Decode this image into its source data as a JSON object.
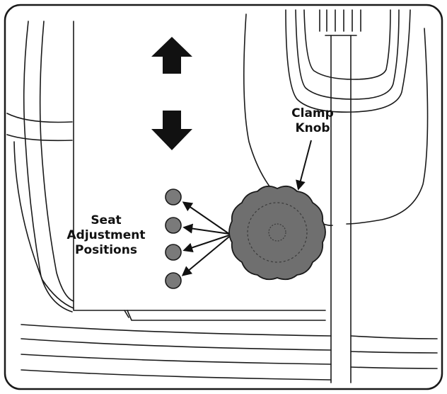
{
  "labels": {
    "seat_line1": "Seat",
    "seat_line2": "Adjustment",
    "seat_line3": "Positions",
    "clamp_line1": "Clamp",
    "clamp_line2": "Knob"
  },
  "colors": {
    "outline": "#1a1a1a",
    "knob_fill": "#6f6f6f",
    "hole_fill": "#7a7a7a",
    "arrow_fill": "#111111"
  },
  "icons": {
    "up": "arrow-up-icon",
    "down": "arrow-down-icon"
  }
}
